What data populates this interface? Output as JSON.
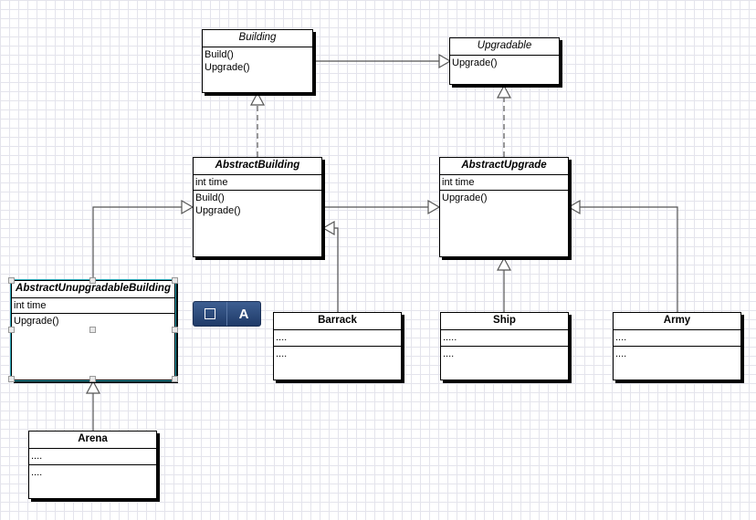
{
  "classes": {
    "building": {
      "name": "Building",
      "methods": [
        "Build()",
        "Upgrade()"
      ]
    },
    "upgradable": {
      "name": "Upgradable",
      "methods": [
        "Upgrade()"
      ]
    },
    "abstract_building": {
      "name": "AbstractBuilding",
      "fields": [
        "int time"
      ],
      "methods": [
        "Build()",
        "Upgrade()"
      ]
    },
    "abstract_upgrade": {
      "name": "AbstractUpgrade",
      "fields": [
        "int time"
      ],
      "methods": [
        "Upgrade()"
      ]
    },
    "abstract_unupgradable_building": {
      "name": "AbstractUnupgradableBuilding",
      "fields": [
        "int time"
      ],
      "methods": [
        "Upgrade()"
      ]
    },
    "barrack": {
      "name": "Barrack",
      "fields": [
        "...."
      ],
      "methods": [
        "...."
      ]
    },
    "ship": {
      "name": "Ship",
      "fields": [
        "....."
      ],
      "methods": [
        "...."
      ]
    },
    "army": {
      "name": "Army",
      "fields": [
        "...."
      ],
      "methods": [
        "...."
      ]
    },
    "arena": {
      "name": "Arena",
      "fields": [
        "...."
      ],
      "methods": [
        "...."
      ]
    }
  },
  "toolbar": {
    "text_tool_label": "A"
  },
  "colors": {
    "toolbar": "#2a4a7c",
    "selection": "#2aa8b8",
    "grid": "#e4e4ec"
  }
}
